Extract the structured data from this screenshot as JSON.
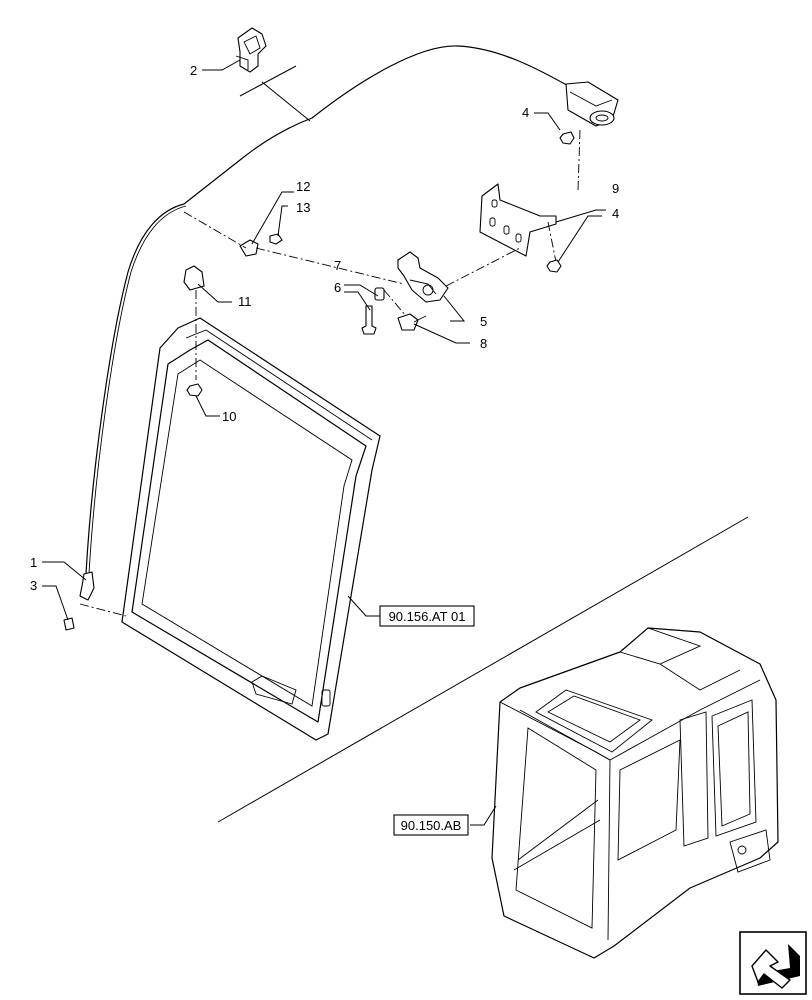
{
  "callouts": [
    {
      "id": "c1",
      "label": "1"
    },
    {
      "id": "c2",
      "label": "2"
    },
    {
      "id": "c3",
      "label": "3"
    },
    {
      "id": "c4a",
      "label": "4"
    },
    {
      "id": "c4b",
      "label": "4"
    },
    {
      "id": "c5",
      "label": "5"
    },
    {
      "id": "c6",
      "label": "6"
    },
    {
      "id": "c7",
      "label": "7"
    },
    {
      "id": "c8",
      "label": "8"
    },
    {
      "id": "c9",
      "label": "9"
    },
    {
      "id": "c10",
      "label": "10"
    },
    {
      "id": "c11",
      "label": "11"
    },
    {
      "id": "c12",
      "label": "12"
    },
    {
      "id": "c13",
      "label": "13"
    }
  ],
  "references": {
    "window_frame": "90.156.AT 01",
    "cab": "90.150.AB"
  },
  "nav_icon": "arrow-left-down-icon"
}
